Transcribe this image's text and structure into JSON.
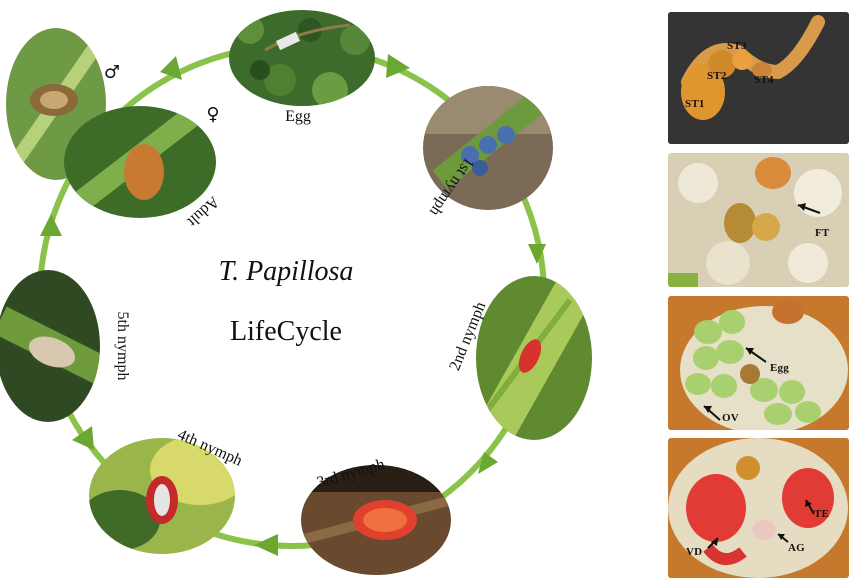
{
  "center": {
    "species": "T. Papillosa",
    "subtitle": "LifeCycle"
  },
  "stages": {
    "egg": "Egg",
    "n1": "1st nymph",
    "n2": "2nd nymph",
    "n3": "3rd nymph",
    "n4": "4th nymph",
    "n5": "5th nymph",
    "adult": "Adult"
  },
  "sex_symbols": {
    "male": "♂",
    "female": "♀"
  },
  "panels": {
    "p1": {
      "labels": [
        "ST1",
        "ST2",
        "ST3",
        "ST4"
      ]
    },
    "p2": {
      "labels": [
        "FT"
      ]
    },
    "p3": {
      "labels": [
        "Egg",
        "OV"
      ]
    },
    "p4": {
      "labels": [
        "TE",
        "AG",
        "VD"
      ]
    }
  },
  "colors": {
    "cycle_green": "#8bc34a",
    "arrow_green": "#6aa832"
  }
}
